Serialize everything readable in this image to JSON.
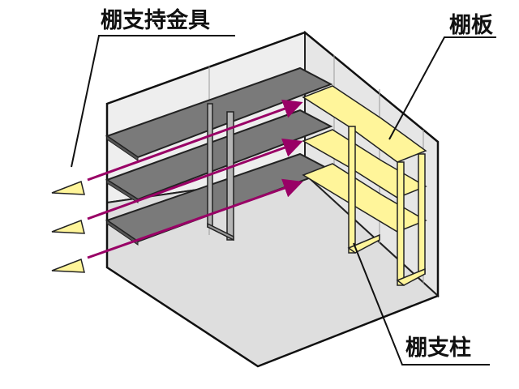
{
  "labels": {
    "bracket": "棚支持金具",
    "shelf_board": "棚板",
    "shelf_post": "棚支柱"
  },
  "colors": {
    "gray_shelf": "#7a7a7a",
    "yellow_part": "#fff59a",
    "arrow": "#990066",
    "room_floor": "#dcdcdc",
    "room_wall": "#ebebeb"
  },
  "icons": [
    "shelf-bracket-icon"
  ]
}
